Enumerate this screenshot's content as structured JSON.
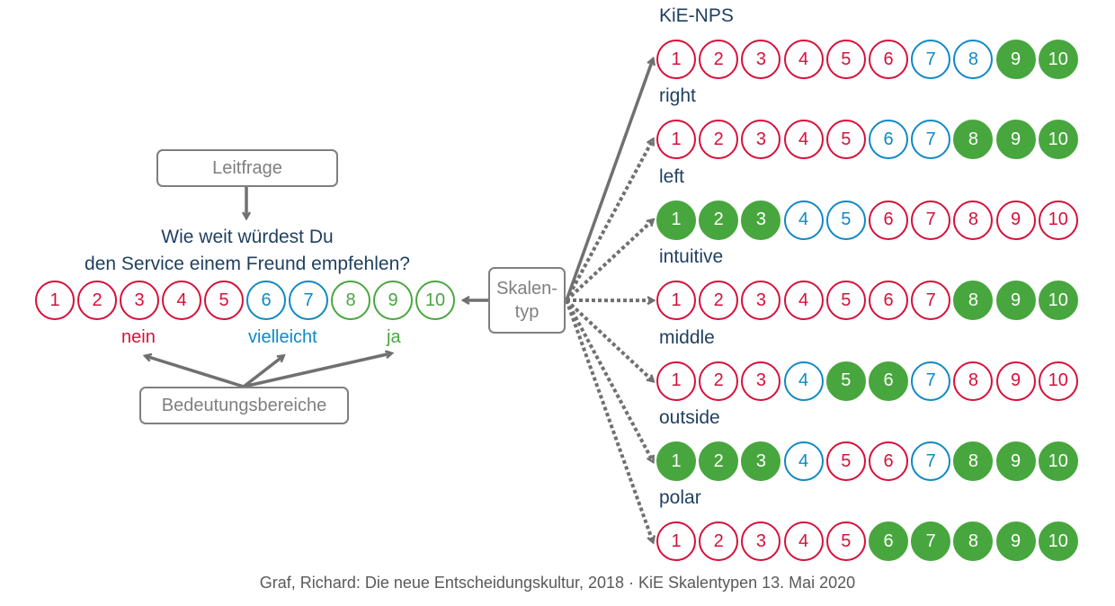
{
  "colors": {
    "nein": "#d5113a",
    "vielleicht": "#1089c4",
    "ja": "#4aa63f",
    "highlight_fill": "#48a63e",
    "arrow": "#707070",
    "label_text": "#1f3f5f",
    "box_text": "#7f7f7f",
    "footer_text": "#595959"
  },
  "leitfrage_box": {
    "label": "Leitfrage"
  },
  "question": {
    "line1": "Wie weit würdest Du",
    "line2": "den Service einem Freund empfehlen?"
  },
  "base_scale": {
    "values": [
      1,
      2,
      3,
      4,
      5,
      6,
      7,
      8,
      9,
      10
    ],
    "categories": [
      "nein",
      "nein",
      "nein",
      "nein",
      "nein",
      "vielleicht",
      "vielleicht",
      "ja",
      "ja",
      "ja"
    ]
  },
  "meanings": [
    {
      "label": "nein",
      "category": "nein"
    },
    {
      "label": "vielleicht",
      "category": "vielleicht"
    },
    {
      "label": "ja",
      "category": "ja"
    }
  ],
  "bedeutung_box": {
    "label": "Bedeutungsbereiche"
  },
  "skalentyp_box": {
    "line1": "Skalen-",
    "line2": "typ"
  },
  "scale_types": [
    {
      "name": "KiE-NPS",
      "arrow": "solid",
      "colors": [
        "red",
        "red",
        "red",
        "red",
        "red",
        "red",
        "blue",
        "blue",
        "fill",
        "fill"
      ]
    },
    {
      "name": "right",
      "arrow": "dotted",
      "colors": [
        "red",
        "red",
        "red",
        "red",
        "red",
        "blue",
        "blue",
        "fill",
        "fill",
        "fill"
      ]
    },
    {
      "name": "left",
      "arrow": "dotted",
      "colors": [
        "fill",
        "fill",
        "fill",
        "blue",
        "blue",
        "red",
        "red",
        "red",
        "red",
        "red"
      ]
    },
    {
      "name": "intuitive",
      "arrow": "dotted",
      "colors": [
        "red",
        "red",
        "red",
        "red",
        "red",
        "red",
        "red",
        "fill",
        "fill",
        "fill"
      ]
    },
    {
      "name": "middle",
      "arrow": "dotted",
      "colors": [
        "red",
        "red",
        "red",
        "blue",
        "fill",
        "fill",
        "blue",
        "red",
        "red",
        "red"
      ]
    },
    {
      "name": "outside",
      "arrow": "dotted",
      "colors": [
        "fill",
        "fill",
        "fill",
        "blue",
        "red",
        "red",
        "blue",
        "fill",
        "fill",
        "fill"
      ]
    },
    {
      "name": "polar",
      "arrow": "dotted",
      "colors": [
        "red",
        "red",
        "red",
        "red",
        "red",
        "fill",
        "fill",
        "fill",
        "fill",
        "fill"
      ]
    }
  ],
  "footer": {
    "text": "Graf, Richard: Die neue Entscheidungskultur, 2018 · KiE Skalentypen 13. Mai 2020"
  }
}
